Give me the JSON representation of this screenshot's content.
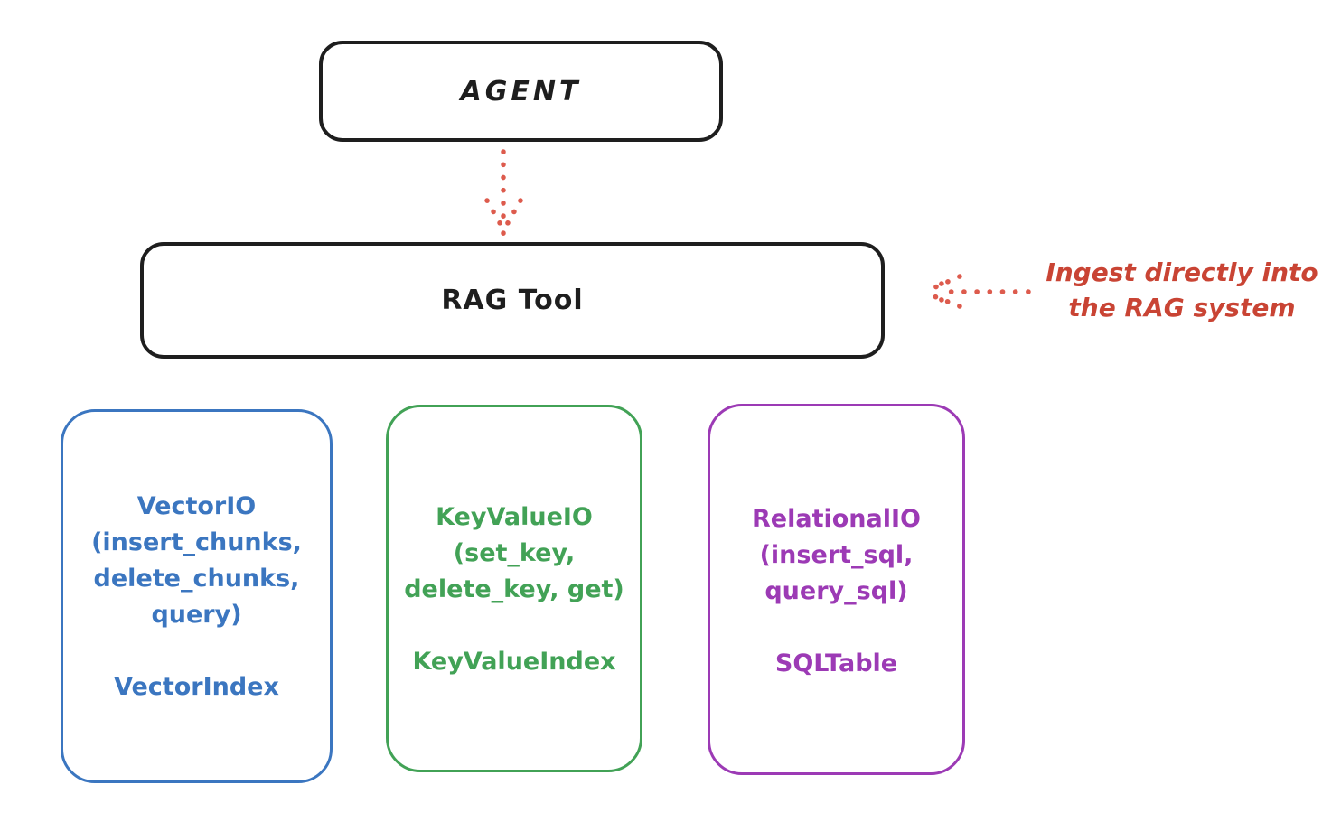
{
  "colors": {
    "background": "#ffffff",
    "stroke_black": "#1e1e1e",
    "vector_blue": "#3b76c0",
    "keyvalue_green": "#42a256",
    "relational_purple": "#9c3ab5",
    "annotation_red": "#c94434",
    "arrow_red": "#dd5b4d"
  },
  "agent_box": {
    "label": "AGENT"
  },
  "rag_tool_box": {
    "label": "RAG Tool"
  },
  "annotation": {
    "lines": [
      "Ingest directly into",
      "the RAG system"
    ]
  },
  "arrows": [
    {
      "name": "agent-to-ragtool-dotted-arrow",
      "style": "dotted",
      "direction": "down",
      "color": "#dd5b4d"
    },
    {
      "name": "ingest-dotted-arrow",
      "style": "dotted",
      "direction": "left",
      "color": "#dd5b4d"
    }
  ],
  "backends": [
    {
      "id": "vector-io",
      "lines": [
        "VectorIO",
        "(insert_chunks,",
        "delete_chunks,",
        "query)",
        "",
        "VectorIndex"
      ]
    },
    {
      "id": "keyvalue-io",
      "lines": [
        "KeyValueIO",
        "(set_key,",
        "delete_key, get)",
        "",
        "KeyValueIndex"
      ]
    },
    {
      "id": "relational-io",
      "lines": [
        "RelationalIO",
        "(insert_sql,",
        "query_sql)",
        "",
        "SQLTable"
      ]
    }
  ]
}
